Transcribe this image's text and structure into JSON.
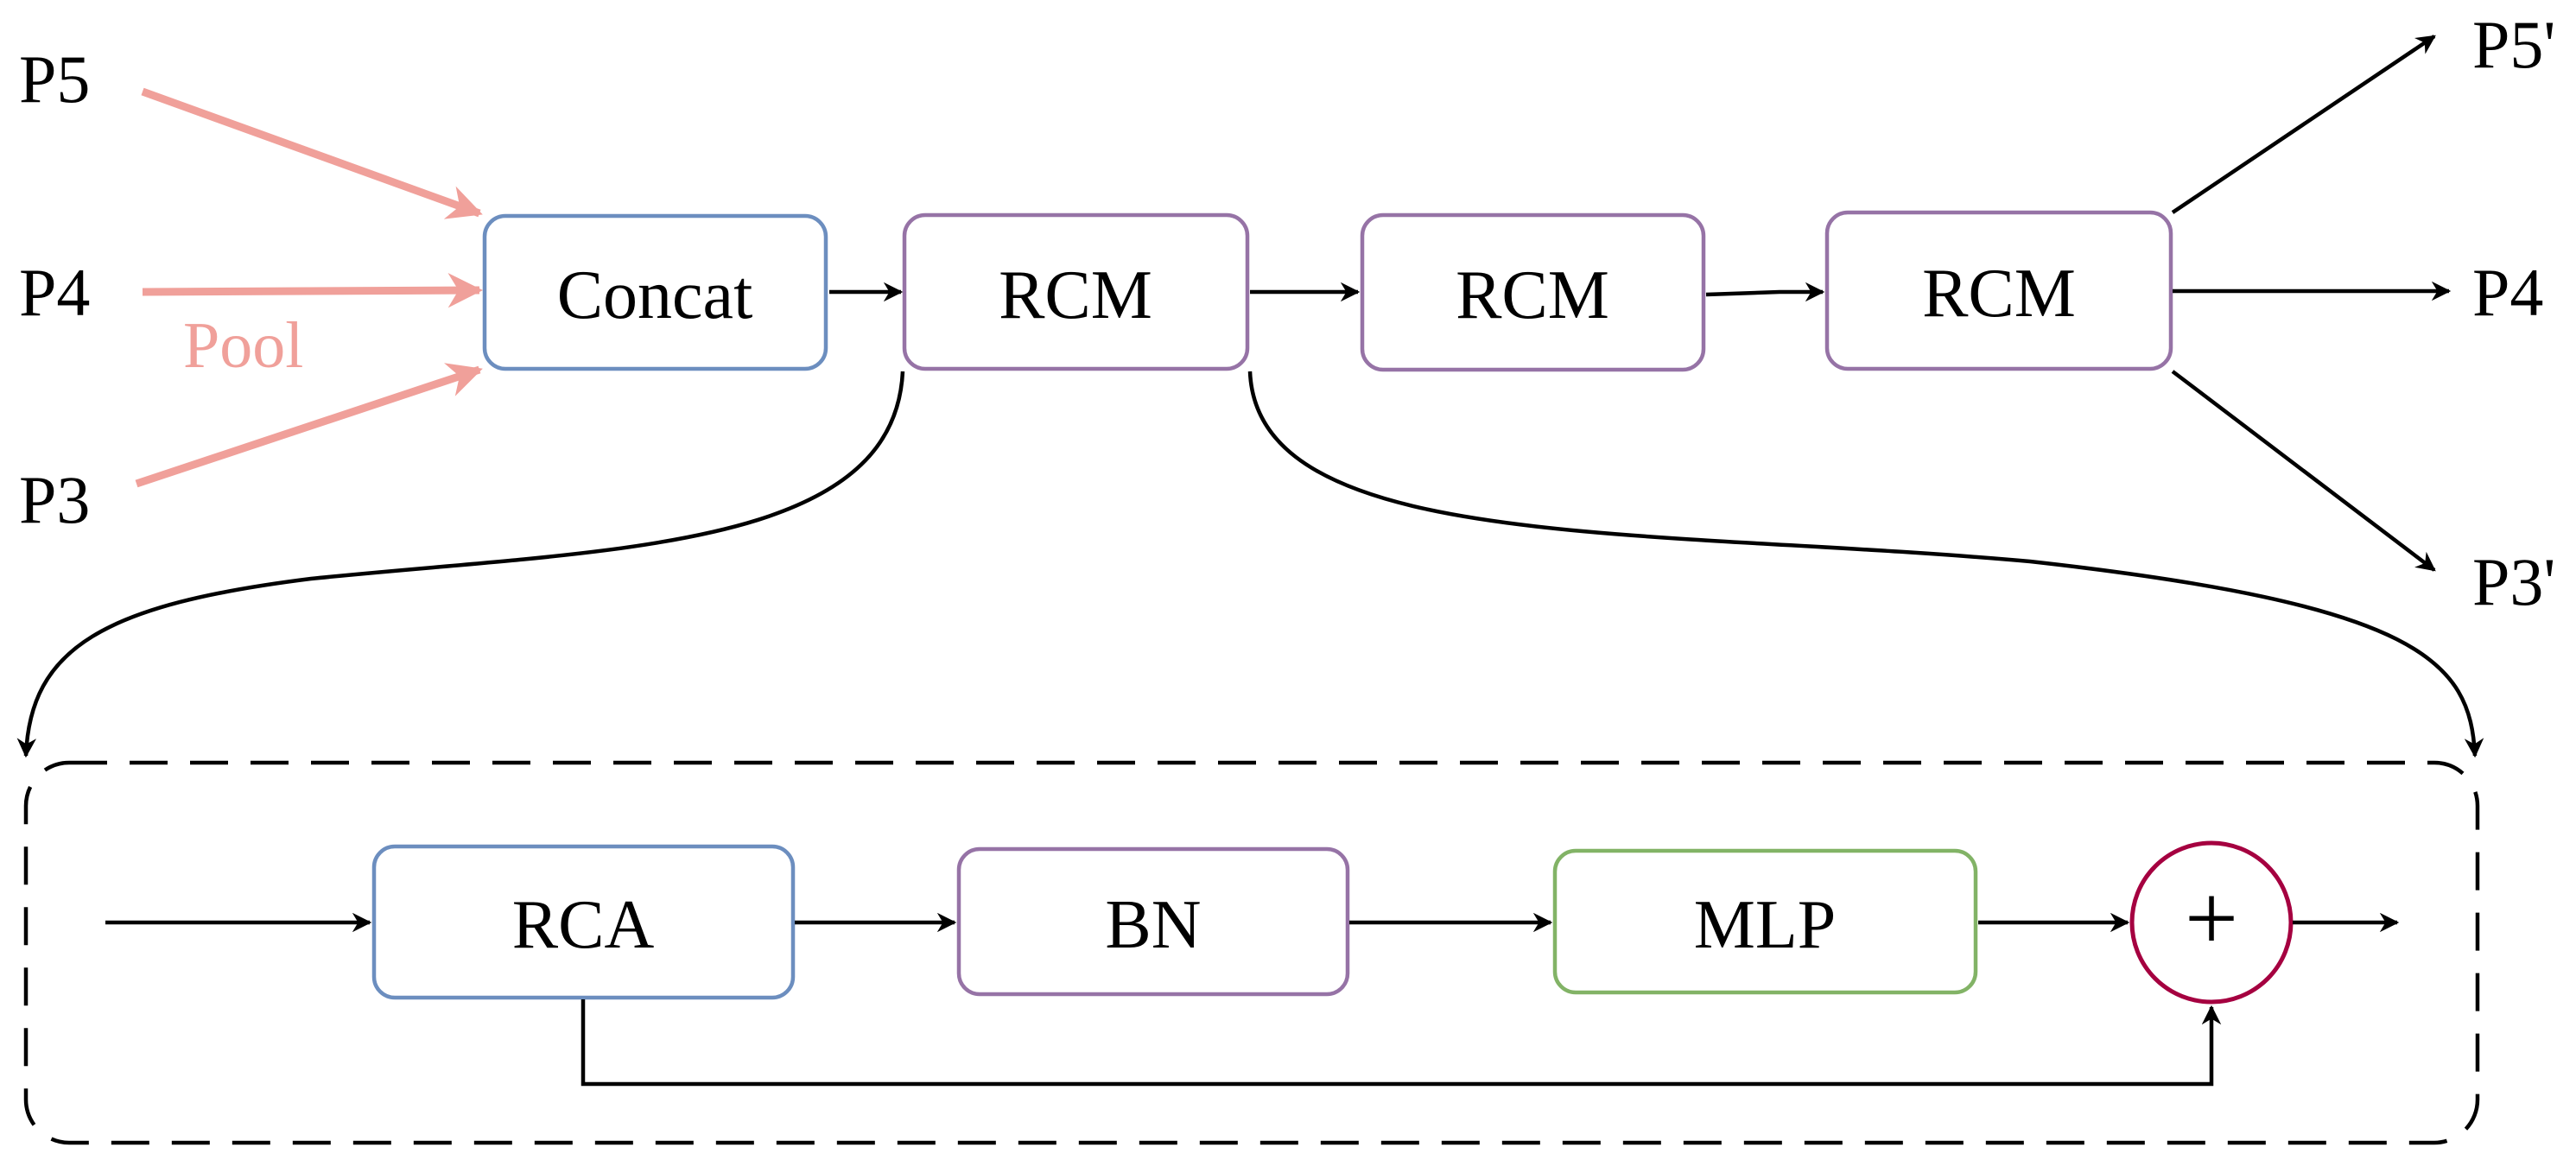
{
  "inputs": {
    "p5": "P5",
    "p4": "P4",
    "p3": "P3",
    "pool_label": "Pool"
  },
  "blocks": {
    "concat": "Concat",
    "rcm_1": "RCM",
    "rcm_2": "RCM",
    "rcm_3": "RCM"
  },
  "outputs": {
    "p5_out": "P5'",
    "p4_out": "P4",
    "p3_out": "P3'"
  },
  "detail": {
    "rca": "RCA",
    "bn": "BN",
    "mlp": "MLP",
    "add_symbol": "+"
  },
  "colors": {
    "pool_arrow": "#f0a09a",
    "concat_border": "#6c8ebf",
    "rcm_border": "#9673a6",
    "bn_border": "#9673a6",
    "rca_border": "#6c8ebf",
    "mlp_border": "#82b366",
    "add_border": "#a50040"
  }
}
